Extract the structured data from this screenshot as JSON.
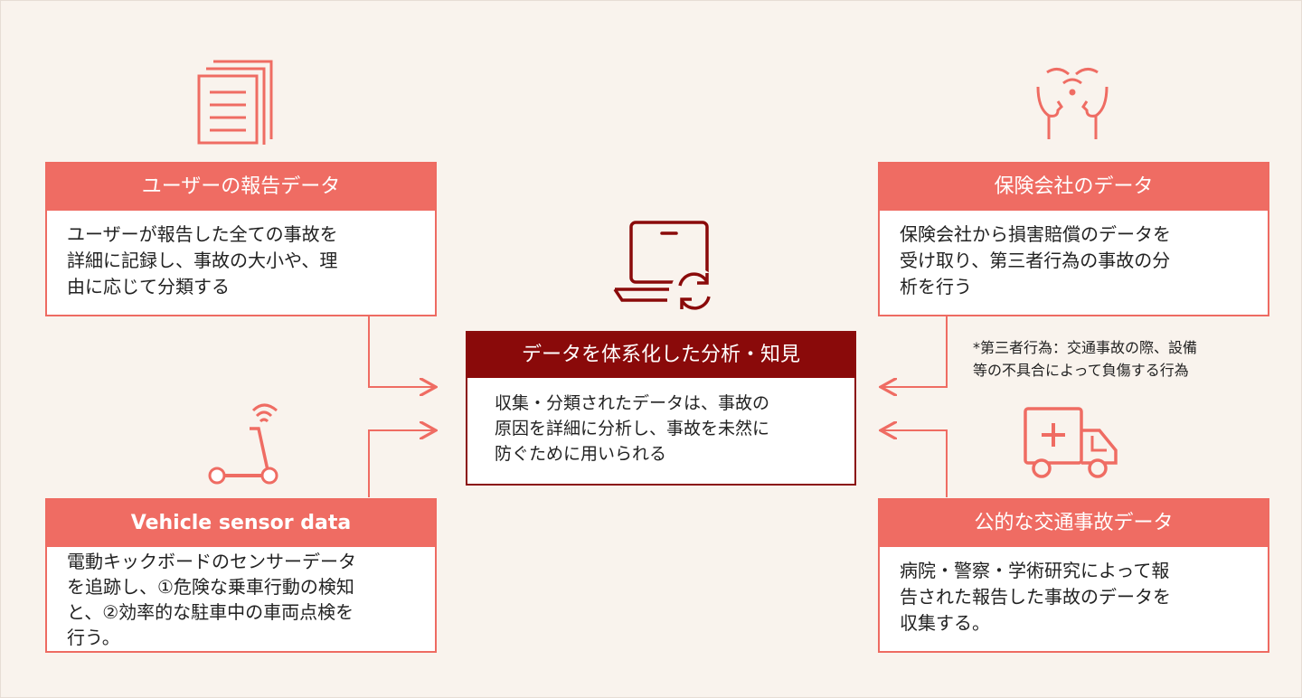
{
  "colors": {
    "accent": "#ef6c63",
    "center": "#8a0a0a",
    "background": "#f9f3ed"
  },
  "icons": {
    "user_report": "document-icon",
    "insurance": "head-signal-icon",
    "center": "laptop-sync-icon",
    "vehicle_sensor": "scooter-signal-icon",
    "public_data": "ambulance-icon"
  },
  "cards": {
    "user_report": {
      "title": "ユーザーの報告データ",
      "lines": [
        "ユーザーが報告した全ての事故を",
        "詳細に記録し、事故の大小や、理",
        "由に応じて分類する"
      ]
    },
    "insurance": {
      "title": "保険会社のデータ",
      "lines": [
        "保険会社から損害賠償のデータを",
        "受け取り、第三者行為の事故の分",
        "析を行う"
      ]
    },
    "vehicle_sensor": {
      "title": "Vehicle sensor data",
      "lines": [
        "電動キックボードのセンサーデータ",
        "を追跡し、①危険な乗車行動の検知",
        "と、②効率的な駐車中の車両点検を",
        "行う。"
      ]
    },
    "public_data": {
      "title": "公的な交通事故データ",
      "lines": [
        "病院・警察・学術研究によって報",
        "告された報告した事故のデータを",
        "収集する。"
      ]
    }
  },
  "center": {
    "title": "データを体系化した分析・知見",
    "lines": [
      "収集・分類されたデータは、事故の",
      "原因を詳細に分析し、事故を未然に",
      "防ぐために用いられる"
    ]
  },
  "note": {
    "lines": [
      "*第三者行為：交通事故の際、設備",
      "等の不具合によって負傷する行為"
    ]
  }
}
